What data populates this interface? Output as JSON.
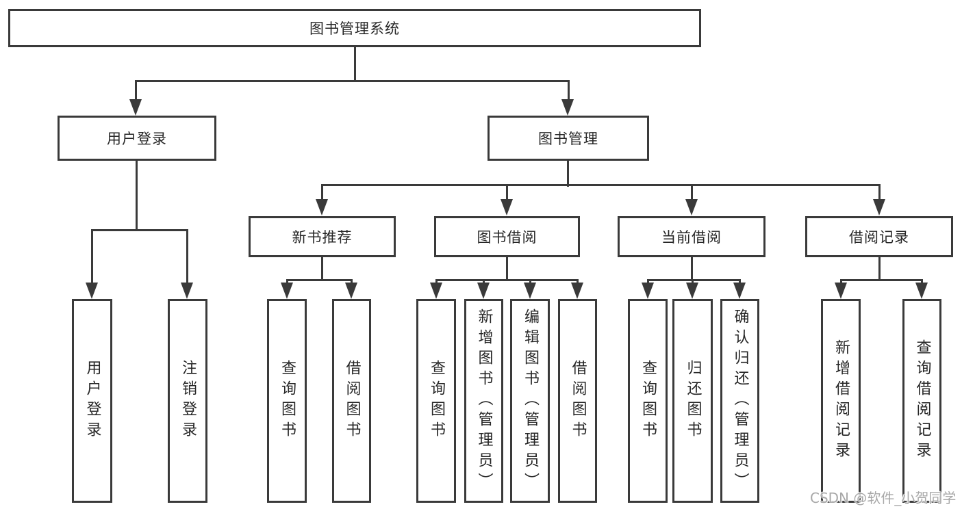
{
  "diagram": {
    "title": "图书管理系统",
    "level2": [
      "用户登录",
      "图书管理"
    ],
    "level3": [
      "新书推荐",
      "图书借阅",
      "当前借阅",
      "借阅记录"
    ],
    "leaves_user": [
      "用户登录",
      "注销登录"
    ],
    "leaves_recommend": [
      "查询图书",
      "借阅图书"
    ],
    "leaves_borrow": [
      "查询图书",
      "新增图书（管理员）",
      "编辑图书（管理员）",
      "借阅图书"
    ],
    "leaves_current": [
      "查询图书",
      "归还图书",
      "确认归还（管理员）"
    ],
    "leaves_record": [
      "新增借阅记录",
      "查询借阅记录"
    ]
  },
  "watermark": "CSDN @软件_小贺同学",
  "colors": {
    "line": "#3a3a3a",
    "box_border": "#3a3a3a",
    "text": "#262626",
    "background": "#ffffff",
    "watermark_text": "#a8a8a8"
  }
}
